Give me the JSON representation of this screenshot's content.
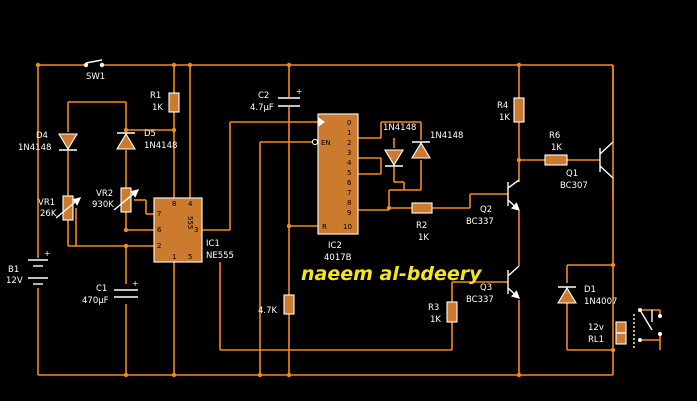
{
  "colors": {
    "background": "#000000",
    "wire": "#f28a1e",
    "component": "#cc7a2e",
    "outline": "#ffffff",
    "signature": "#f5e51e"
  },
  "signature": "naeem al-bdeery",
  "components": {
    "sw1": {
      "ref": "SW1"
    },
    "r1": {
      "ref": "R1",
      "value": "1K"
    },
    "c2": {
      "ref": "C2",
      "value": "4.7µF"
    },
    "d4": {
      "ref": "D4",
      "value": "1N4148"
    },
    "d5": {
      "ref": "D5",
      "value": "1N4148"
    },
    "vr1": {
      "ref": "VR1",
      "value": "26K"
    },
    "vr2": {
      "ref": "VR2",
      "value": "930K"
    },
    "b1": {
      "ref": "B1",
      "value": "12V"
    },
    "c1": {
      "ref": "C1",
      "value": "470µF"
    },
    "ic1": {
      "ref": "IC1",
      "value": "NE555",
      "body": "555",
      "pins": [
        "8",
        "4",
        "7",
        "6",
        "2",
        "3",
        "1",
        "5"
      ]
    },
    "ic2": {
      "ref": "IC2",
      "value": "4017B",
      "en": "EN",
      "reset": "R",
      "outputs": [
        "0",
        "1",
        "2",
        "3",
        "4",
        "5",
        "6",
        "7",
        "8",
        "9"
      ],
      "pin10": "10"
    },
    "d_top_a": {
      "value": "1N4148"
    },
    "d_top_b": {
      "value": "1N4148"
    },
    "r2": {
      "ref": "R2",
      "value": "1K"
    },
    "r3": {
      "ref": "R3",
      "value": "1K"
    },
    "r_47k": {
      "value": "4.7K"
    },
    "r4": {
      "ref": "R4",
      "value": "1K"
    },
    "r6": {
      "ref": "R6",
      "value": "1K"
    },
    "q1": {
      "ref": "Q1",
      "value": "BC307"
    },
    "q2": {
      "ref": "Q2",
      "value": "BC337"
    },
    "q3": {
      "ref": "Q3",
      "value": "BC337"
    },
    "d1": {
      "ref": "D1",
      "value": "1N4007"
    },
    "rl1": {
      "ref": "RL1",
      "value": "12v"
    }
  }
}
